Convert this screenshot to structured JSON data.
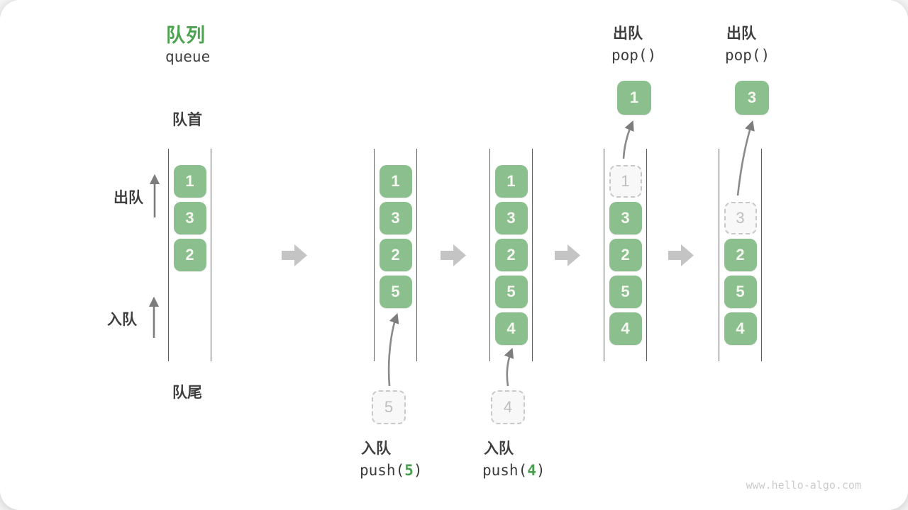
{
  "header": {
    "title": "队列",
    "subtitle": "queue"
  },
  "side": {
    "front_label": "队首",
    "rear_label": "队尾",
    "dequeue_label": "出队",
    "enqueue_label": "入队"
  },
  "states": [
    {
      "boxes": [
        "1",
        "3",
        "2"
      ]
    },
    {
      "boxes": [
        "1",
        "3",
        "2",
        "5"
      ]
    },
    {
      "boxes": [
        "1",
        "3",
        "2",
        "5",
        "4"
      ]
    },
    {
      "ghost": "1",
      "boxes": [
        "3",
        "2",
        "5",
        "4"
      ]
    },
    {
      "ghost": "3",
      "boxes": [
        "2",
        "5",
        "4"
      ]
    }
  ],
  "operations": {
    "push5": {
      "label": "入队",
      "call_prefix": "push(",
      "arg": "5",
      "call_suffix": ")",
      "staged_value": "5"
    },
    "push4": {
      "label": "入队",
      "call_prefix": "push(",
      "arg": "4",
      "call_suffix": ")",
      "staged_value": "4"
    },
    "pop1": {
      "label": "出队",
      "call": "pop()",
      "popped_value": "1"
    },
    "pop2": {
      "label": "出队",
      "call": "pop()",
      "popped_value": "3"
    }
  },
  "watermark": "www.hello-algo.com",
  "colors": {
    "box_green": "#8cbf8e",
    "accent_green": "#4ba24f",
    "text_dark": "#3f3f3f",
    "block_arrow_gray": "#c4c4c4",
    "wall_gray": "#5f5f5f"
  }
}
